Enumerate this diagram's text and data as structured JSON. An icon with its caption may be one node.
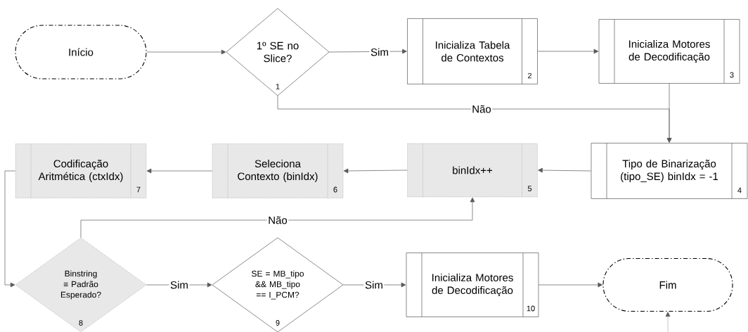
{
  "diagram": {
    "nodes": [
      {
        "text": [
          "Início"
        ]
      },
      {
        "text": [
          "1º SE no Slice?",
          "1"
        ]
      },
      {
        "text": [
          "Inicializa Tabela de Contextos",
          "2"
        ]
      },
      {
        "text": [
          "Inicializa Motores de Decodificação",
          "3"
        ]
      },
      {
        "text": [
          "Tipo de Binarização (tipo_SE) binIdx = -1",
          "4"
        ]
      },
      {
        "text": [
          "binIdx++",
          "5"
        ]
      },
      {
        "text": [
          "Seleciona Contexto (binIdx)",
          "6"
        ]
      },
      {
        "text": [
          "Codificação Aritmética (ctxIdx)",
          "7"
        ]
      },
      {
        "text": [
          "Binstring ≡ Padrão Esperado?",
          "8"
        ]
      },
      {
        "text": [
          "SE = MB_tipo && MB_tipo == I_PCM?",
          "9"
        ]
      },
      {
        "text": [
          "Inicializa Motores de Decodificação",
          "10"
        ]
      },
      {
        "text": [
          "Fim"
        ]
      }
    ],
    "edges": [
      {
        "from": 0,
        "to": 1,
        "arrow": "to"
      },
      {
        "from": 1,
        "to": 2,
        "arrow": "to",
        "label": "Sim"
      },
      {
        "from": 2,
        "to": 3,
        "arrow": "to"
      },
      {
        "from": 1,
        "to": 4,
        "arrow": "to",
        "label": "Não"
      },
      {
        "from": 3,
        "to": 4,
        "arrow": "to"
      },
      {
        "from": 4,
        "to": 5,
        "arrow": "to"
      },
      {
        "from": 5,
        "to": 6,
        "arrow": "to"
      },
      {
        "from": 6,
        "to": 7,
        "arrow": "to"
      },
      {
        "from": 7,
        "to": 8,
        "arrow": "to"
      },
      {
        "from": 8,
        "to": 5,
        "arrow": "to",
        "label": "Não"
      },
      {
        "from": 8,
        "to": 9,
        "arrow": "to",
        "label": "Sim"
      },
      {
        "from": 9,
        "to": 10,
        "arrow": "to",
        "label": "Sim"
      },
      {
        "from": 10,
        "to": 11,
        "arrow": "to"
      },
      {
        "from": null,
        "to": 11,
        "arrow": "to"
      }
    ]
  }
}
